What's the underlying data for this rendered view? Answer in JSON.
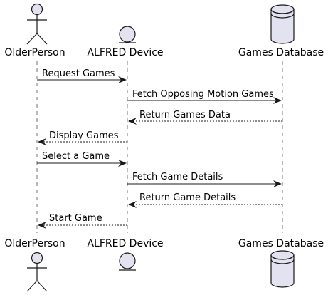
{
  "colors": {
    "shape_fill": "#E2E2F0",
    "shape_stroke": "#181818",
    "lifeline": "#181818",
    "arrow": "#181818",
    "text": "#000000"
  },
  "participants": [
    {
      "id": "p1",
      "label": "OlderPerson",
      "shape": "actor"
    },
    {
      "id": "p2",
      "label": "ALFRED Device",
      "shape": "entity"
    },
    {
      "id": "p3",
      "label": "Games Database",
      "shape": "database"
    }
  ],
  "messages": [
    {
      "from": "p1",
      "to": "p2",
      "label": "Request Games",
      "style": "solid"
    },
    {
      "from": "p2",
      "to": "p3",
      "label": "Fetch Opposing Motion Games",
      "style": "solid"
    },
    {
      "from": "p3",
      "to": "p2",
      "label": "Return Games Data",
      "style": "dashed"
    },
    {
      "from": "p2",
      "to": "p1",
      "label": "Display Games",
      "style": "dashed"
    },
    {
      "from": "p1",
      "to": "p2",
      "label": "Select a Game",
      "style": "solid"
    },
    {
      "from": "p2",
      "to": "p3",
      "label": "Fetch Game Details",
      "style": "solid"
    },
    {
      "from": "p3",
      "to": "p2",
      "label": "Return Game Details",
      "style": "dashed"
    },
    {
      "from": "p2",
      "to": "p1",
      "label": "Start Game",
      "style": "dashed"
    }
  ]
}
